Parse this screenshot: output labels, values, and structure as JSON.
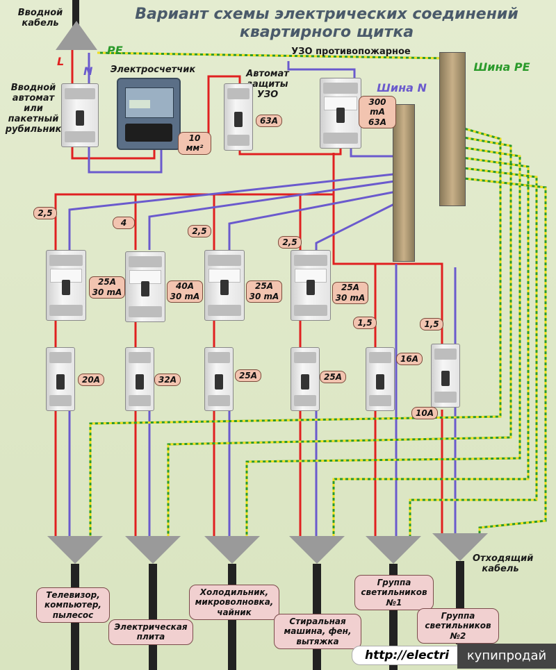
{
  "title_line1": "Вариант схемы электрических соединений",
  "title_line2": "квартирного щитка",
  "labels": {
    "input_cable": "Вводной кабель",
    "L": "L",
    "N": "N",
    "PE": "PE",
    "meter": "Электросчетчик",
    "input_breaker": "Вводной автомат или пакетный рубильник",
    "rcd_breaker": "Автомат защиты УЗО",
    "fire_rcd": "УЗО противопожарное",
    "bus_pe": "Шина PE",
    "bus_n": "Шина N",
    "out_cable": "Отходящий кабель"
  },
  "tags": {
    "cross_section_10": "10 мм²",
    "auto_63": "63A",
    "fire_rcd_rating": "300 mA 63A",
    "wire_25_a": "2,5",
    "wire_4": "4",
    "wire_25_b": "2,5",
    "wire_25_c": "2,5",
    "wire_15_a": "1,5",
    "wire_15_b": "1,5"
  },
  "rcds": [
    {
      "amp": "25A",
      "ma": "30 mA"
    },
    {
      "amp": "40A",
      "ma": "30 mA"
    },
    {
      "amp": "25A",
      "ma": "30 mA"
    },
    {
      "amp": "25A",
      "ma": "30 mA"
    }
  ],
  "breakers": [
    "20A",
    "32A",
    "25A",
    "25A",
    "16A",
    "10A"
  ],
  "destinations": [
    "Телевизор, компьютер, пылесос",
    "Электрическая плита",
    "Холодильник, микроволновка, чайник",
    "Стиральная машина, фен, вытяжка",
    "Группа светильников №1",
    "Группа светильников №2"
  ],
  "footer_url": "http://electri",
  "footer_badge": "купипродай",
  "colors": {
    "L": "#e02020",
    "N": "#6a5acd",
    "PE": "#2a9a2a",
    "PE_dash": "#f0e020"
  }
}
